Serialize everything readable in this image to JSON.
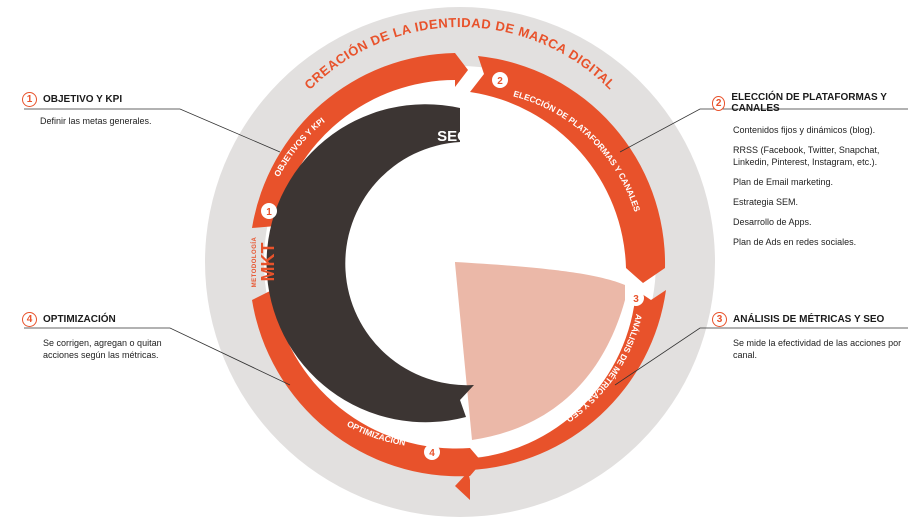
{
  "colors": {
    "accent": "#e8522b",
    "dark": "#3c3533",
    "outer": "#e2e0df",
    "pink": "#ebb8a8"
  },
  "center": {
    "seo_label": "SEO"
  },
  "outer_arc_title": "CREACIÓN DE LA IDENTIDAD DE MARCA DIGITAL",
  "methodology": {
    "small": "METODOLOGÍA",
    "big": "MKT"
  },
  "arc_labels": {
    "one": "OBJETIVOS Y KPI",
    "two": "ELECCIÓN DE PLATAFORMAS Y CANALES",
    "three": "ANÁLISIS DE MÉTRICAS Y SEO",
    "four": "OPTIMIZACIÓN"
  },
  "arc_numbers": {
    "one": "1",
    "two": "2",
    "three": "3",
    "four": "4"
  },
  "steps": {
    "one": {
      "number": "1",
      "title": "OBJETIVO Y KPI",
      "desc": "Definir las metas generales."
    },
    "two": {
      "number": "2",
      "title": "ELECCIÓN DE PLATAFORMAS Y CANALES",
      "items": [
        "Contenidos fijos y dinámicos (blog).",
        "RRSS (Facebook, Twitter, Snapchat, Linkedin, Pinterest, Instagram, etc.).",
        "Plan de Email marketing.",
        "Estrategia SEM.",
        "Desarrollo de Apps.",
        "Plan de Ads en redes sociales."
      ]
    },
    "three": {
      "number": "3",
      "title": "ANÁLISIS DE MÉTRICAS Y SEO",
      "desc": "Se mide la efectividad de las acciones por canal."
    },
    "four": {
      "number": "4",
      "title": "OPTIMIZACIÓN",
      "desc": "Se corrigen, agregan o quitan acciones según las métricas."
    }
  }
}
